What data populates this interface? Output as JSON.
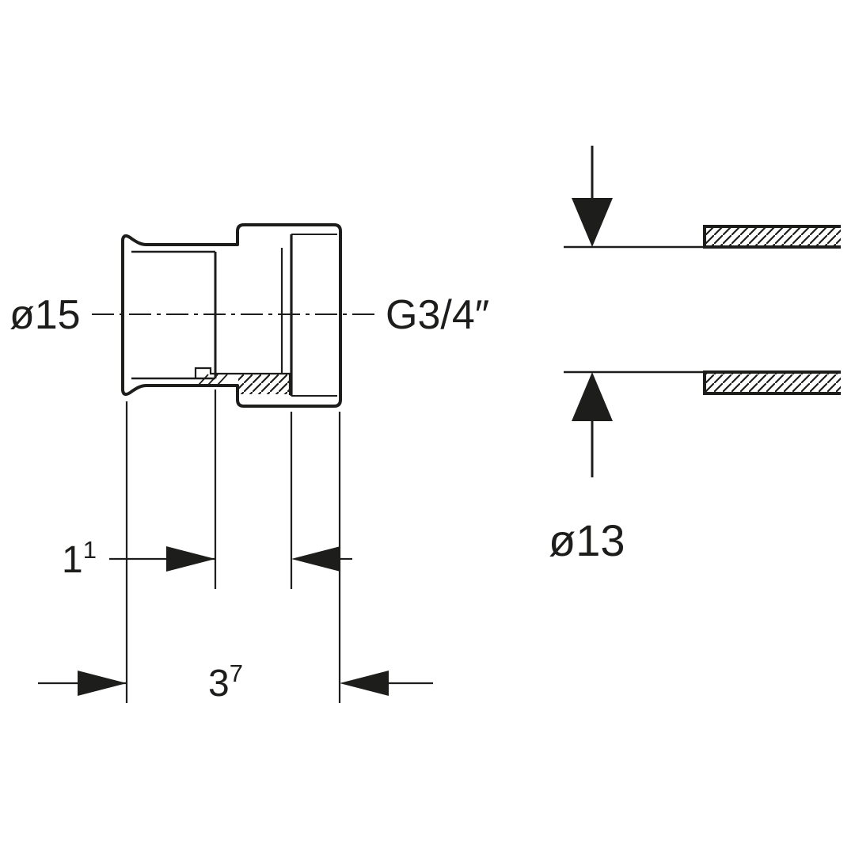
{
  "page": {
    "background": "#ffffff",
    "line_color": "#1d1d1b",
    "type": "technical-dimension-drawing"
  },
  "icons": {
    "dimension_arrow": "filled-triangle"
  },
  "left_view": {
    "name": "fitting cross-section",
    "diameter_label": "ø15",
    "thread_label": "G3/4″",
    "dim_insertion": {
      "base": "1",
      "sup": "1"
    },
    "dim_length": {
      "base": "3",
      "sup": "7"
    }
  },
  "right_view": {
    "name": "pipe cross-section",
    "diameter_label": "ø13"
  }
}
